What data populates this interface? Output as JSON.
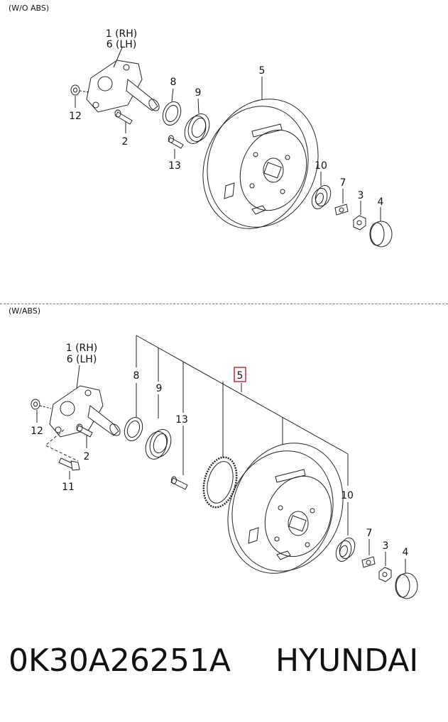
{
  "sections": [
    {
      "header": "(W/O ABS)"
    },
    {
      "header": "(W/ABS)"
    }
  ],
  "callouts_top": {
    "c1": "1 (RH)",
    "c6": "6 (LH)",
    "c5": "5",
    "c8": "8",
    "c9": "9",
    "c12": "12",
    "c2": "2",
    "c13": "13",
    "c10": "10",
    "c7": "7",
    "c3": "3",
    "c4": "4"
  },
  "callouts_bottom": {
    "c1": "1 (RH)",
    "c6": "6 (LH)",
    "c8": "8",
    "c9": "9",
    "c5": "5",
    "c13": "13",
    "c12": "12",
    "c2": "2",
    "c11": "11",
    "c10": "10",
    "c7": "7",
    "c3": "3",
    "c4": "4"
  },
  "footer": {
    "part_number": "0K30A26251A",
    "brand": "HYUNDAI"
  },
  "colors": {
    "line": "#222222",
    "highlight": "#d0021b",
    "separator": "#777777"
  }
}
